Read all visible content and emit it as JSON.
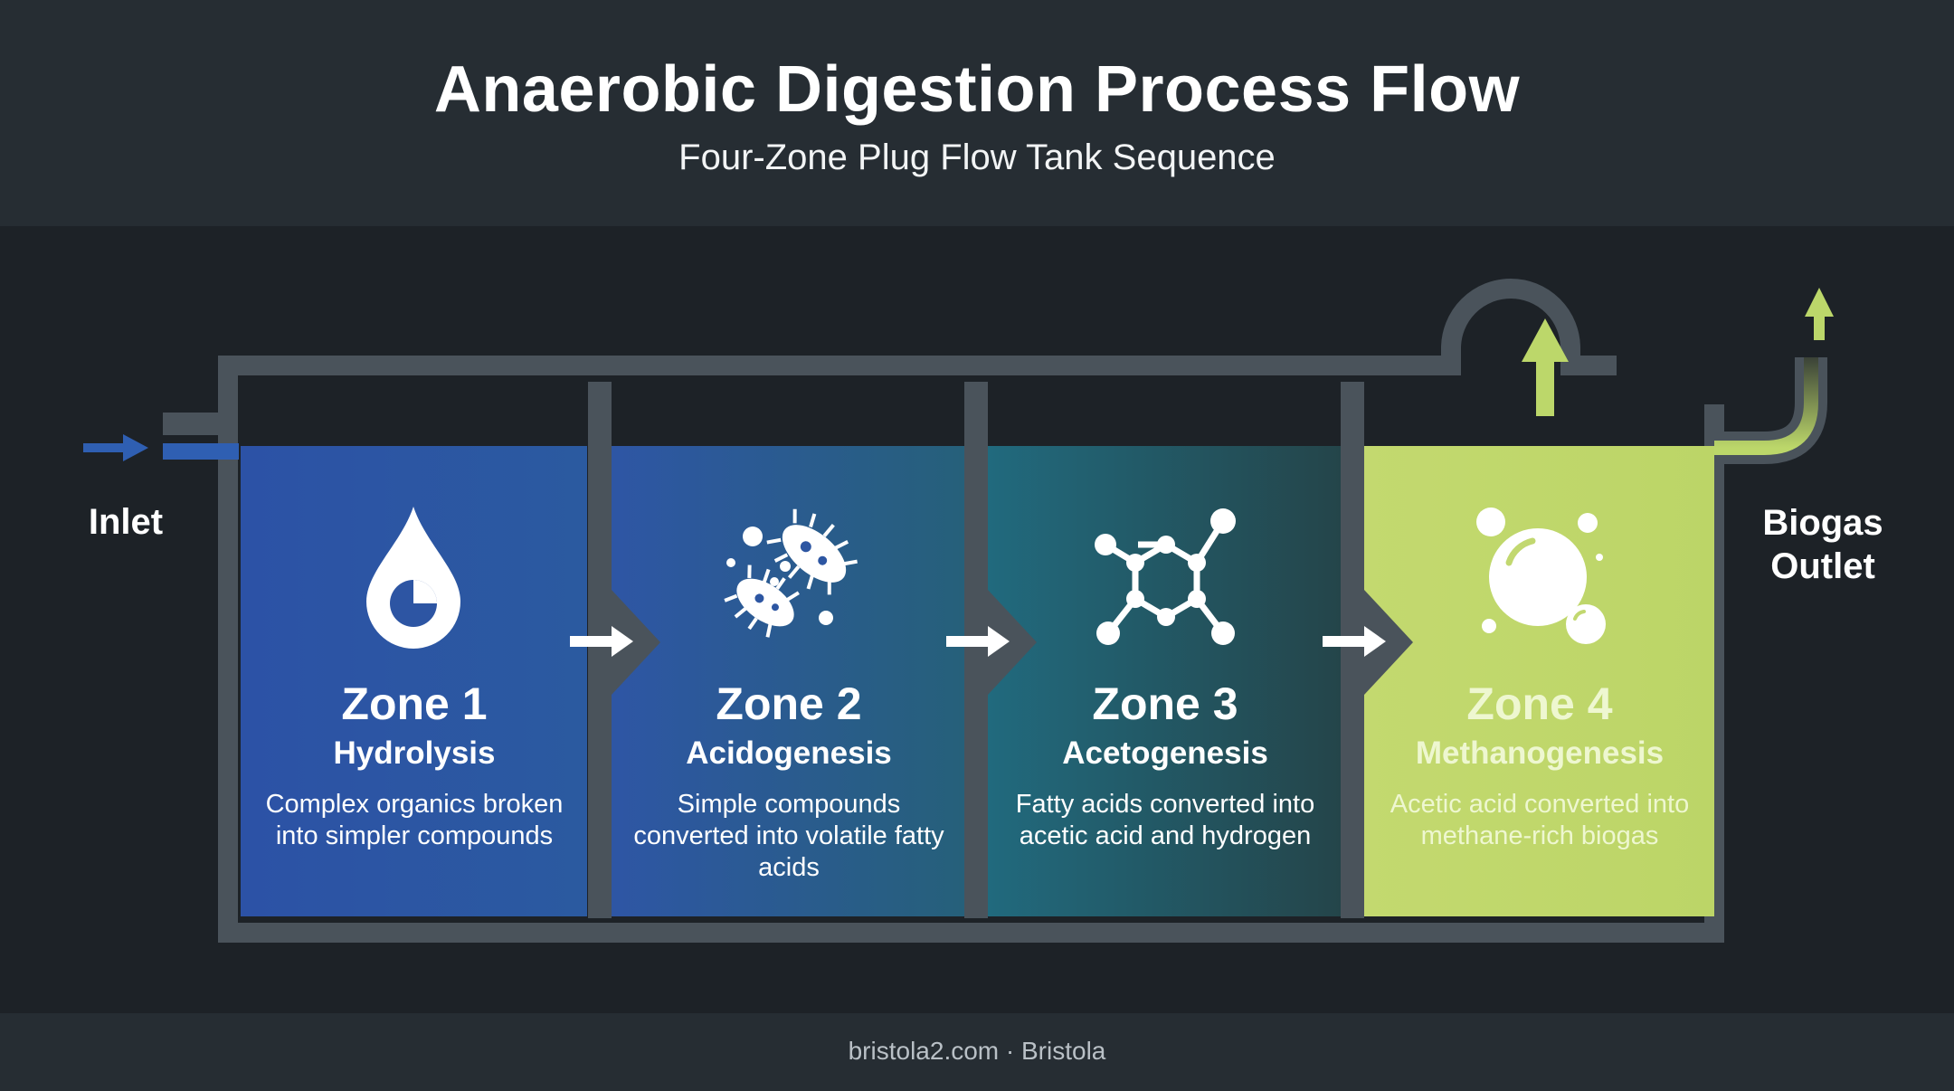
{
  "header": {
    "title": "Anaerobic Digestion Process Flow",
    "subtitle": "Four-Zone Plug Flow Tank Sequence"
  },
  "labels": {
    "inlet": "Inlet",
    "outlet_line1": "Biogas",
    "outlet_line2": "Outlet"
  },
  "zones": [
    {
      "title": "Zone 1",
      "process": "Hydrolysis",
      "description": "Complex organics broken into simpler compounds",
      "icon": "water-drop-icon",
      "color": "#2d55a3"
    },
    {
      "title": "Zone 2",
      "process": "Acidogenesis",
      "description": "Simple compounds converted into volatile fatty acids",
      "icon": "bacteria-icon",
      "color": "#2a5f93"
    },
    {
      "title": "Zone 3",
      "process": "Acetogenesis",
      "description": "Fatty acids converted into acetic acid and hydrogen",
      "icon": "molecule-icon",
      "color": "#1f5c66"
    },
    {
      "title": "Zone 4",
      "process": "Methanogenesis",
      "description": "Acetic acid converted into methane-rich biogas",
      "icon": "bubbles-icon",
      "color": "#c2d870"
    }
  ],
  "colors": {
    "tank_wall": "#4a535b",
    "inlet_arrow": "#2f5fb2",
    "biogas_arrow": "#bcd76a",
    "flow_arrow": "#ffffff"
  },
  "footer": {
    "credit": "bristola2.com · Bristola"
  }
}
